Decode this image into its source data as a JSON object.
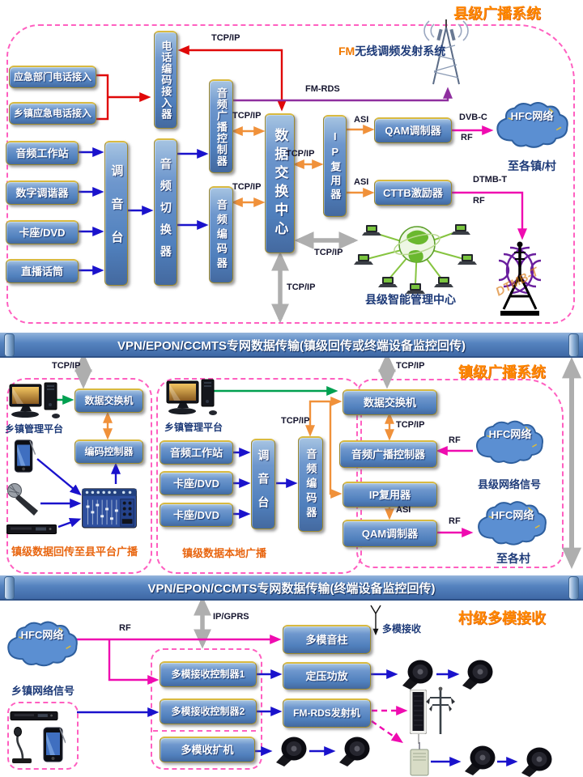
{
  "shared": {
    "tcpip": "TCP/IP",
    "asi": "ASI",
    "rf": "RF"
  },
  "county": {
    "title": "县级广播系统",
    "emergency_dept": "应急部门电话接入",
    "town_emergency": "乡镇应急电话接入",
    "audio_workstation": "音频工作站",
    "digital_tuner": "数字调谐器",
    "deck_dvd": "卡座/DVD",
    "live_mic": "直播话筒",
    "mixer": "调音台",
    "audio_switcher": "音频切换器",
    "phone_encoder": "电话编码接入器",
    "broadcast_controller": "音频广播控制器",
    "audio_encoder": "音频编码器",
    "data_center": "数据交换中心",
    "ip_mux": "IP复用器",
    "qam": "QAM调制器",
    "cttb": "CTTB激励器",
    "hfc": "HFC网络",
    "to_towns": "至各镇/村",
    "fm_prefix": "FM",
    "fm_system": "无线调频发射系统",
    "fm_rds": "FM-RDS",
    "dvbc": "DVB-C",
    "dtmbt": "DTMB-T",
    "dtmb_mark": "DTMB-T",
    "mgmt_center": "县级智能管理中心"
  },
  "band1": "VPN/EPON/CCMTS专网数据传输(镇级回传或终端设备监控回传)",
  "town": {
    "title": "镇级广播系统",
    "mgmt_platform": "乡镇管理平台",
    "data_switch": "数据交换机",
    "enc_controller": "编码控制器",
    "audio_workstation": "音频工作站",
    "deck_dvd": "卡座/DVD",
    "mixer": "调音台",
    "audio_encoder": "音频编码器",
    "broadcast_controller": "音频广播控制器",
    "ip_mux": "IP复用器",
    "qam": "QAM调制器",
    "hfc": "HFC网络",
    "county_signal": "县级网络信号",
    "to_villages": "至各村",
    "left_caption": "镇级数据回传至县平台广播",
    "mid_caption": "镇级数据本地广播"
  },
  "band2": "VPN/EPON/CCMTS专网数据传输(终端设备监控回传)",
  "village": {
    "title": "村级多模接收",
    "hfc": "HFC网络",
    "town_signal": "乡镇网络信号",
    "ipgprs": "IP/GPRS",
    "ctrl1": "多模接收控制器1",
    "ctrl2": "多模接收控制器2",
    "amp_receiver": "多模收扩机",
    "sound_column": "多模音柱",
    "voltage_amp": "定压功放",
    "fmrds_transmitter": "FM-RDS发射机",
    "multimode_rx": "多模接收"
  }
}
